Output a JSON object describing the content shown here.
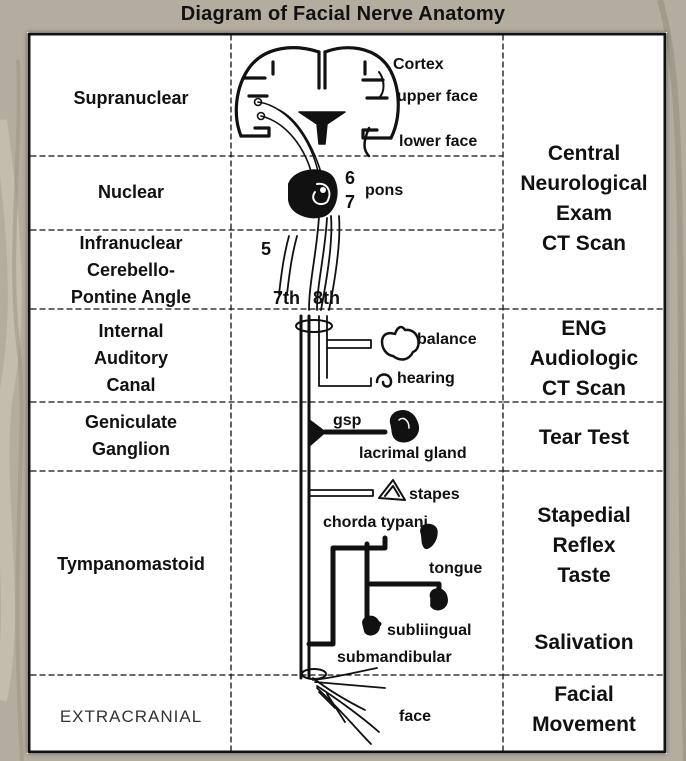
{
  "title": "Diagram of Facial Nerve Anatomy",
  "levels": [
    "Supranuclear",
    "Nuclear",
    "Infranuclear\nCerebello-\nPontine Angle",
    "Internal\nAuditory\nCanal",
    "Geniculate\nGanglion",
    "Tympanomastoid",
    "EXTRACRANIAL"
  ],
  "exams": [
    "Central\nNeurological\nExam\nCT Scan",
    "ENG\nAudiologic\nCT Scan",
    "Tear Test",
    "Stapedial\nReflex\nTaste",
    "Salivation",
    "Facial\nMovement"
  ],
  "labels": {
    "cortex": "Cortex",
    "upper_face": "upper face",
    "lower_face": "lower face",
    "six": "6",
    "pons": "pons",
    "seven": "7",
    "five": "5",
    "seventh": "7th",
    "eighth": "8th",
    "balance": "balance",
    "hearing": "hearing",
    "gsp": "gsp",
    "lacrimal_gland": "lacrimal gland",
    "stapes": "stapes",
    "chorda_typani": "chorda typani",
    "tongue": "tongue",
    "sublingual": "subliingual",
    "submandibular": "submandibular",
    "face": "face"
  },
  "colors": {
    "ink": "#111111",
    "sheet": "#ffffff",
    "background": "#b9b2a4"
  }
}
